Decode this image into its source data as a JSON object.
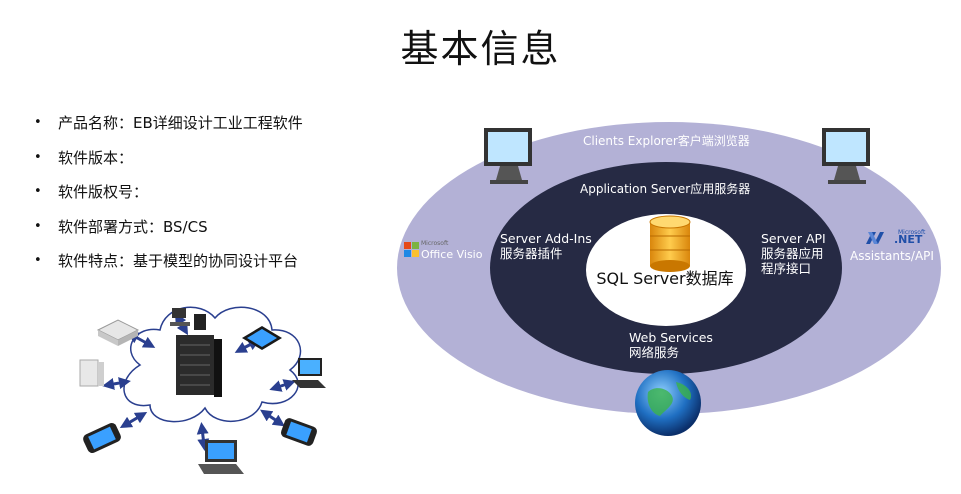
{
  "slide": {
    "title": "基本信息",
    "bullets": [
      {
        "marker": "•",
        "text": "产品名称：EB详细设计工业工程软件"
      },
      {
        "marker": "•",
        "text": "软件版本："
      },
      {
        "marker": "•",
        "text": "软件版权号："
      },
      {
        "marker": "•",
        "text": "软件部署方式：BS/CS"
      },
      {
        "marker": "•",
        "text": "软件特点：基于模型的协同设计平台"
      }
    ]
  },
  "architecture": {
    "outer_label": "Clients Explorer客户端浏览器",
    "middle_label": "Application Server应用服务器",
    "left_line1": "Server Add-Ins",
    "left_line2": "服务器插件",
    "right_line1": "Server API",
    "right_line2": "服务器应用",
    "right_line3": "程序接口",
    "bottom_line1": "Web Services",
    "bottom_line2": "网络服务",
    "center_label": "SQL Server数据库",
    "office_logo_small": "Microsoft",
    "office_logo_text": "Office Visio",
    "dotnet_logo_small": "Microsoft",
    "dotnet_logo_text": ".NET",
    "dotnet_label": "Assistants/API"
  },
  "colors": {
    "outer_ellipse": "#b3b1d6",
    "inner_ellipse": "#262a44",
    "core_ellipse": "#ffffff",
    "database": "#f3a51c",
    "arrow": "#2a3f8f"
  },
  "icons": {
    "monitor": "monitor-icon",
    "database": "database-icon",
    "globe": "globe-icon",
    "cloud": "cloud-icon",
    "server": "server-rack-icon"
  }
}
